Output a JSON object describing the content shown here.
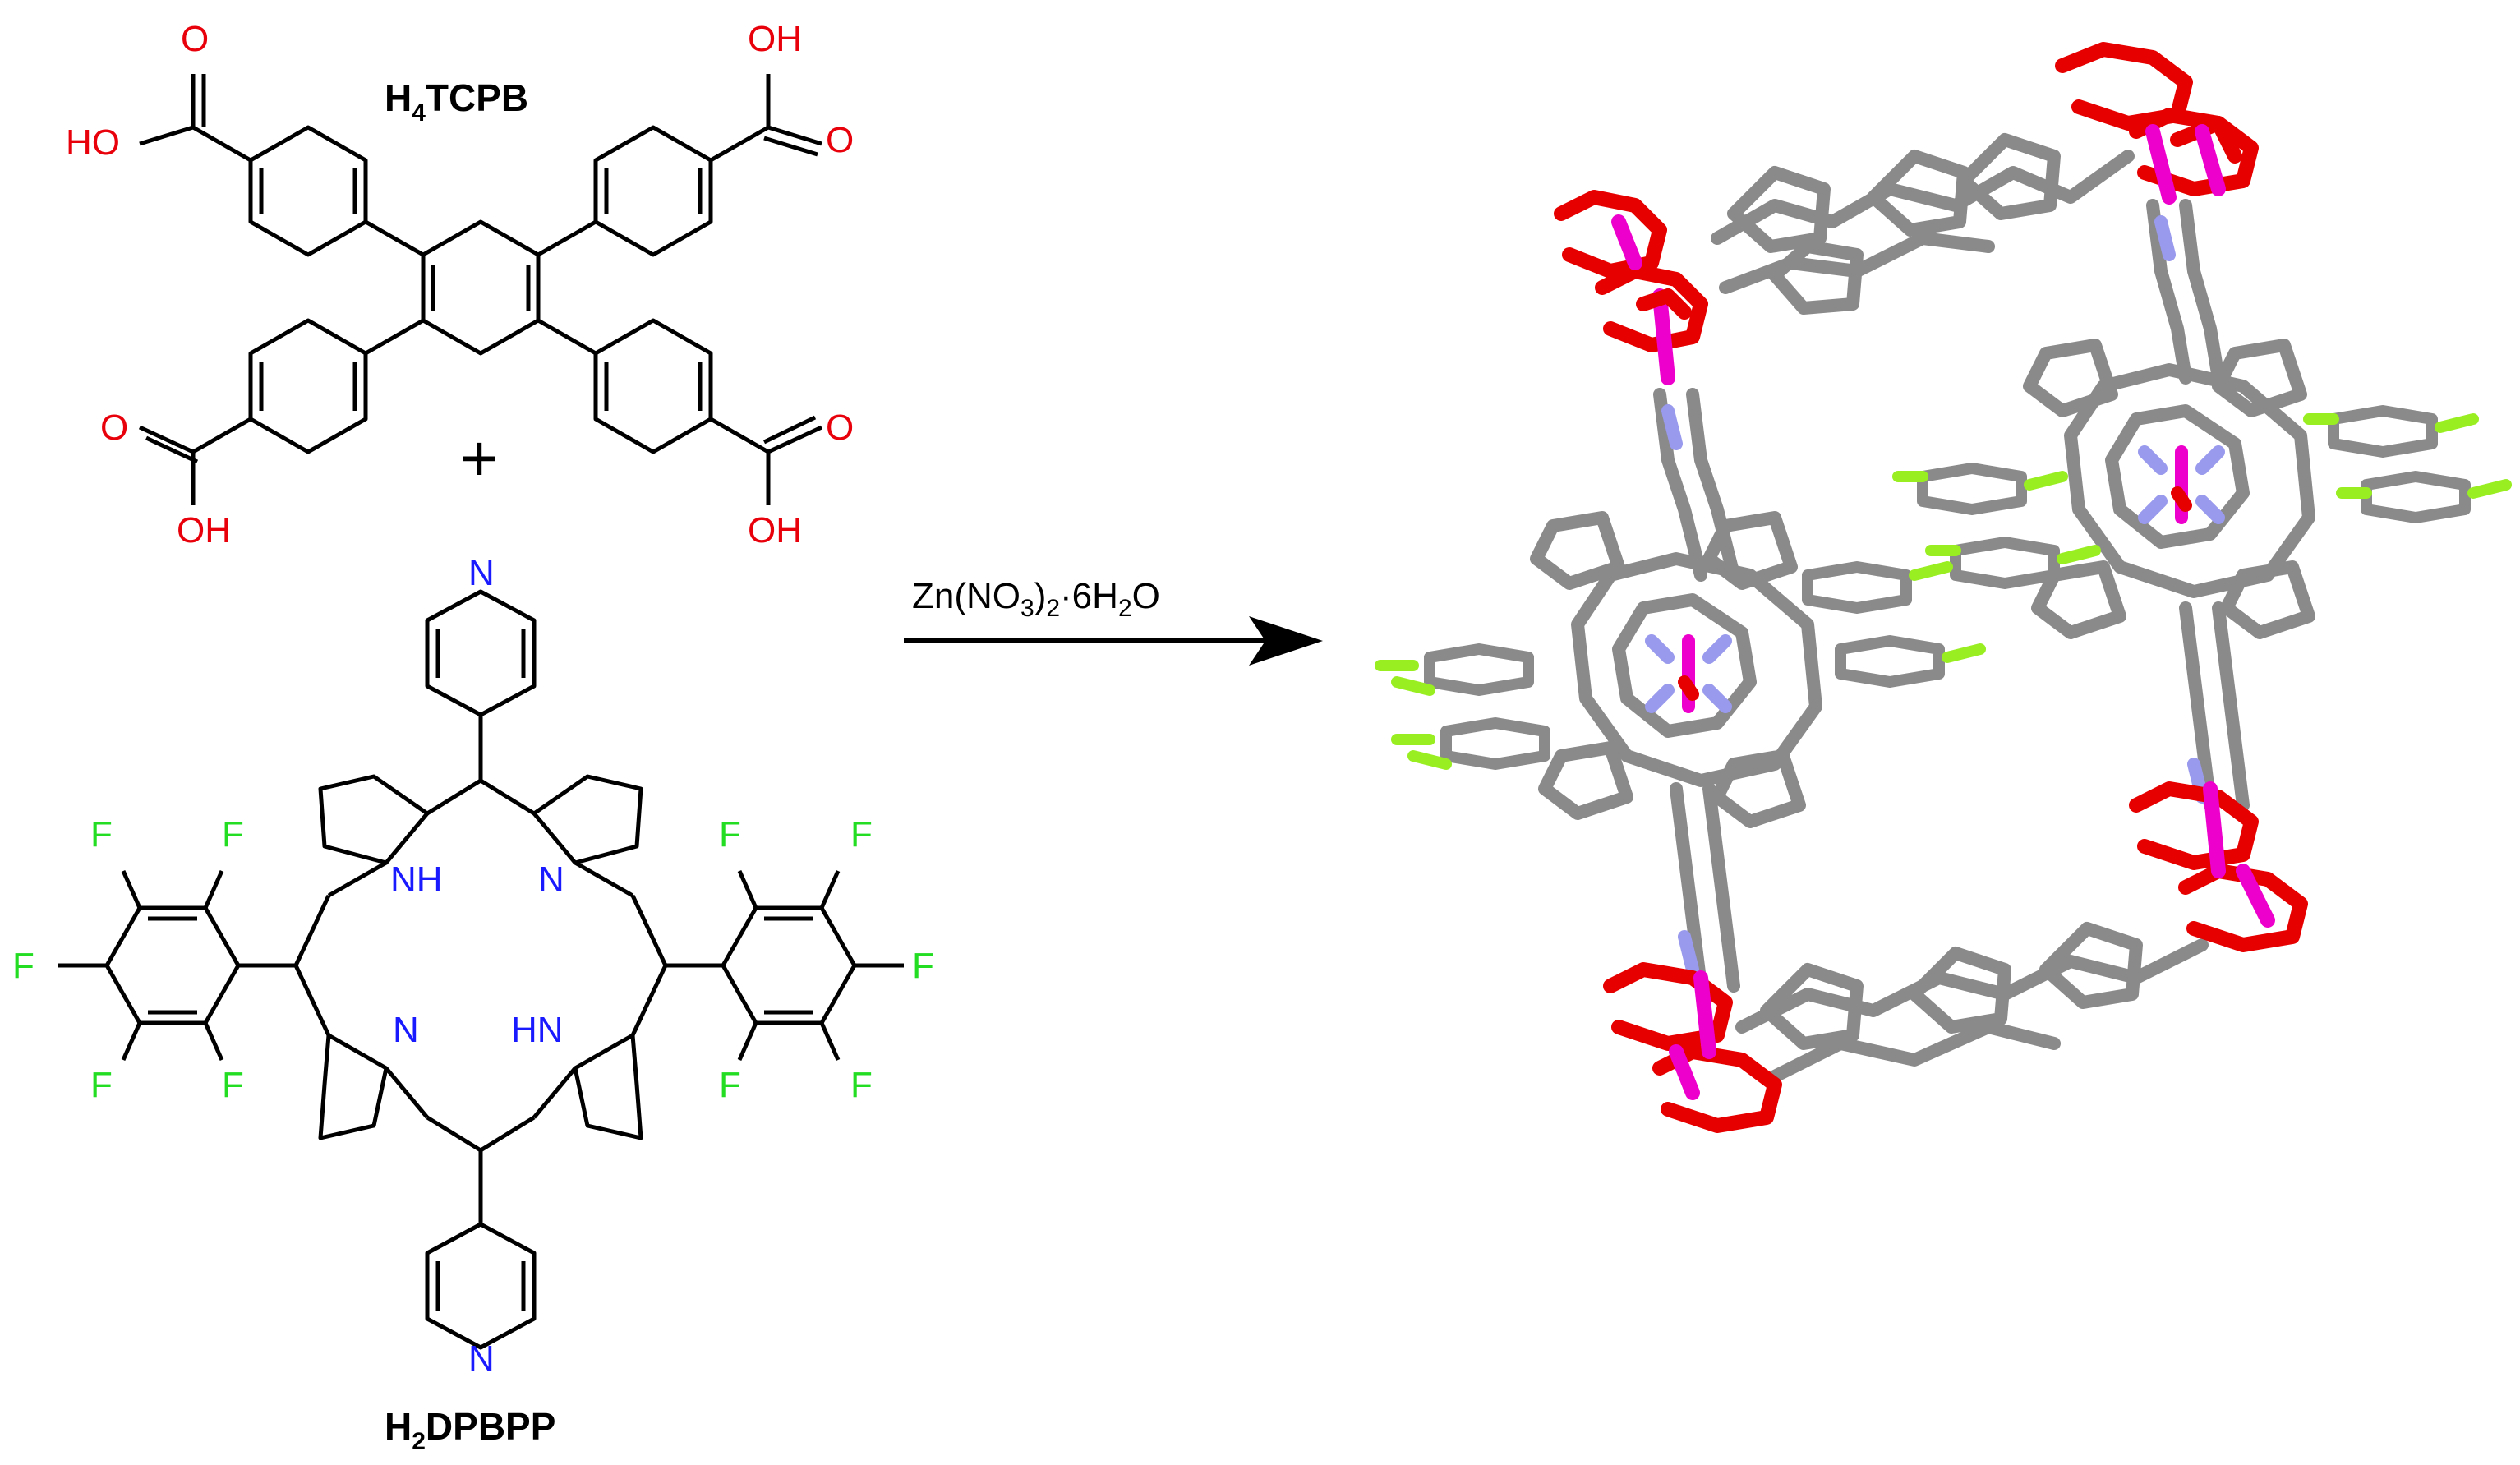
{
  "labels": {
    "tcpb": {
      "main": "H",
      "sub": "4",
      "rest": "TCPB"
    },
    "porphyrin": {
      "main": "H",
      "sub": "2",
      "rest": "DPBPP"
    },
    "plus": "+",
    "reagent": {
      "a": "Zn(NO",
      "sub1": "3",
      "b": ")",
      "sub2": "2",
      "c": "·6H",
      "sub3": "2",
      "d": "O"
    }
  },
  "atoms": {
    "O": "O",
    "OH": "OH",
    "HO": "HO",
    "N": "N",
    "NH": "NH",
    "HN": "HN",
    "F": "F"
  },
  "colors": {
    "bond": "#000000",
    "oxygen": "#e8000b",
    "nitrogen": "#1a1aff",
    "fluorine": "#22dd22",
    "frame_carbon": "#8a8a8a",
    "frame_oxygen": "#e60000",
    "frame_zinc": "#ee00cc",
    "frame_nitrogen": "#9999ee",
    "frame_fluorine": "#99ee22"
  }
}
